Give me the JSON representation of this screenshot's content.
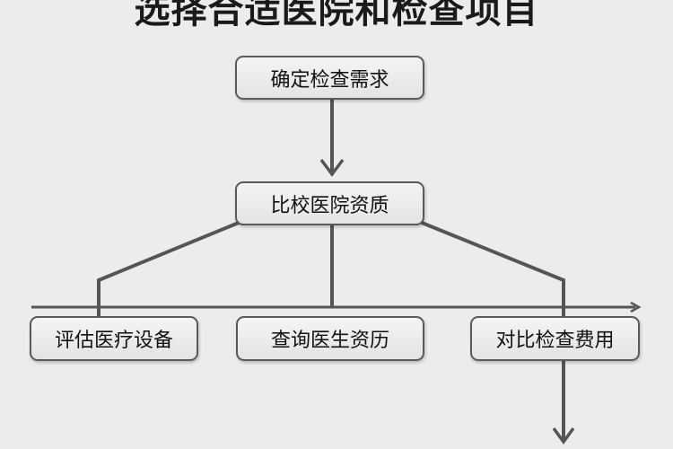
{
  "title": "选择合适医院和检查项目",
  "nodes": {
    "confirm_needs": "确定检查需求",
    "compare_quals": "比校医院资质",
    "evaluate_equipment": "评估医疗设备",
    "check_doctor_quals": "查询医生资历",
    "compare_costs": "对比检查费用"
  },
  "colors": {
    "background": "#ececec",
    "connector": "#555555",
    "node_border": "#5a5a5a",
    "text": "#111111"
  }
}
